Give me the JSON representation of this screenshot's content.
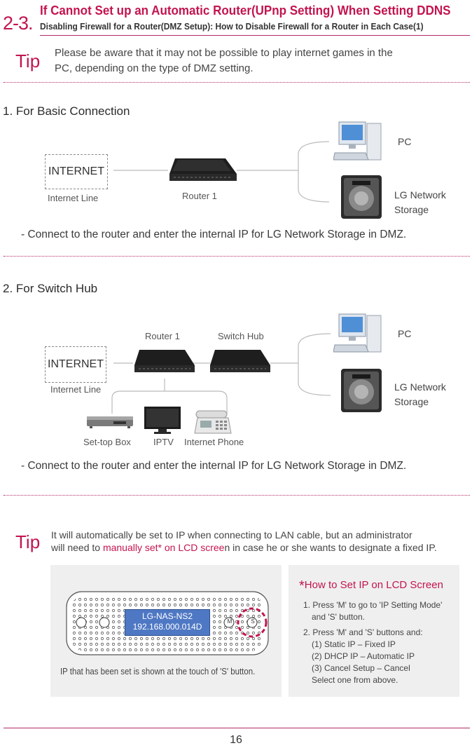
{
  "header": {
    "number": "2-3.",
    "title": "If Cannot Set up an Automatic Router(UPnp Setting) When Setting DDNS",
    "subtitle": "Disabling Firewall for a Router(DMZ Setup): How to Disable Firewall for a Router in Each Case(1)"
  },
  "tip1": {
    "label": "Tip",
    "line1": "Please be aware that it may not be possible to play internet games in the",
    "line2": "PC, depending on the type of DMZ setting."
  },
  "section1": {
    "title": "1. For Basic Connection",
    "internet_box": "INTERNET",
    "internet_line": "Internet Line",
    "router": "Router 1",
    "pc": "PC",
    "nas_line1": "LG Network",
    "nas_line2": "Storage",
    "note": "- Connect to the router and enter the internal IP for LG Network Storage in DMZ."
  },
  "section2": {
    "title": "2. For Switch Hub",
    "internet_box": "INTERNET",
    "internet_line": "Internet Line",
    "router": "Router 1",
    "switch_hub": "Switch Hub",
    "pc": "PC",
    "nas_line1": "LG Network",
    "nas_line2": "Storage",
    "settop": "Set-top Box",
    "iptv": "IPTV",
    "phone": "Internet Phone",
    "note": "- Connect to the router and enter the internal IP for LG Network Storage in DMZ."
  },
  "tip2": {
    "label": "Tip",
    "line1": "It will automatically be set to IP when connecting to LAN cable, but an administrator",
    "line2_before": "will need to ",
    "line2_highlight": "manually set* on LCD scree",
    "line2_after": "n in case he or she wants to designate a fixed IP."
  },
  "lcd": {
    "model": "LG-NAS-NS2",
    "ip": "192.168.000.014D",
    "caption": "IP that has been set is shown at the touch of 'S' button.",
    "btn_m": "M",
    "btn_s": "S"
  },
  "howto": {
    "star": "*",
    "title": "How to Set IP on LCD Screen",
    "step1a": "1. Press 'M' to go to 'IP Setting Mode'",
    "step1b": "and 'S' button.",
    "step2": "2. Press 'M' and 'S' buttons and:",
    "opt1": "(1) Static IP – Fixed IP",
    "opt2": "(2) DHCP IP – Automatic IP",
    "opt3": "(3) Cancel Setup – Cancel",
    "opt4": "Select one from above."
  },
  "page_number": "16",
  "colors": {
    "accent": "#c3144f",
    "rule": "#b52a6a",
    "lcd": "#4f78c4"
  }
}
